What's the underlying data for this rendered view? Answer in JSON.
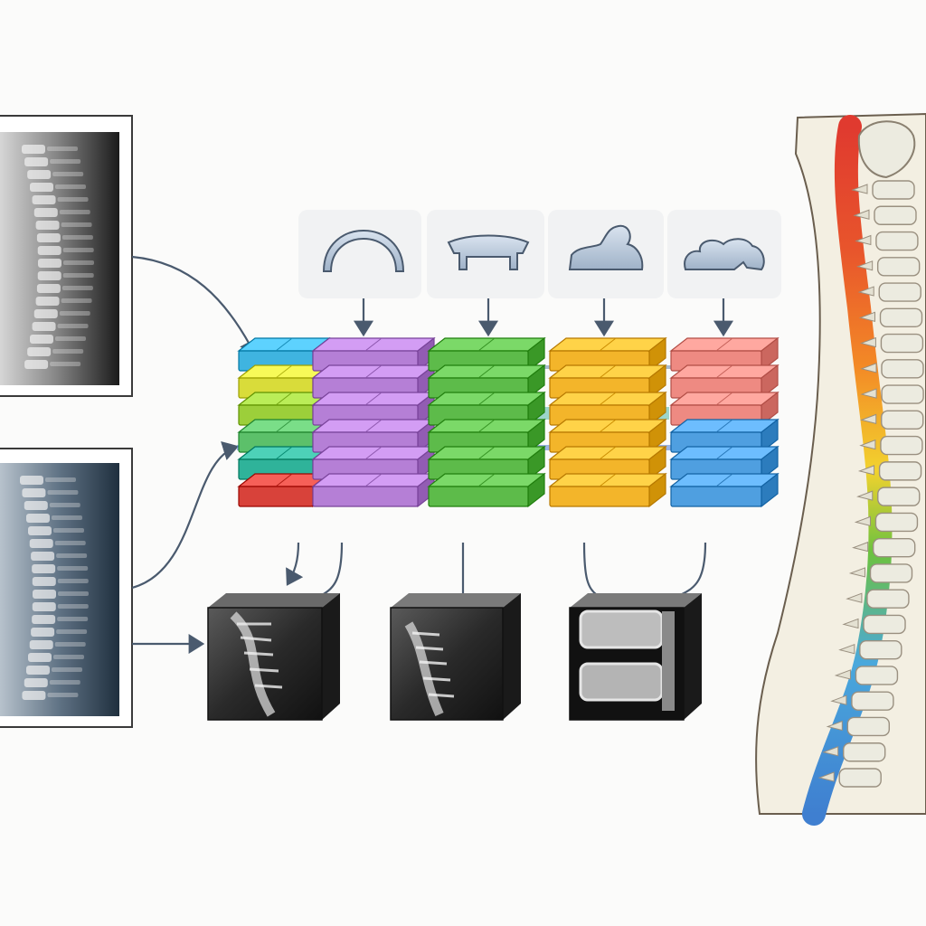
{
  "icons": [
    {
      "name": "arch-icon"
    },
    {
      "name": "vertebral-body-icon"
    },
    {
      "name": "cervical-vertebra-icon"
    },
    {
      "name": "lumbar-vertebra-icon"
    }
  ],
  "columns": [
    {
      "name": "feature-stack-1",
      "colors": [
        "#3fb4e0",
        "#d9dc3a",
        "#9ccf3a",
        "#5cc06a",
        "#2fb39a",
        "#d8423a"
      ]
    },
    {
      "name": "feature-stack-2",
      "colors": [
        "#b57fd6",
        "#b57fd6",
        "#b57fd6",
        "#b57fd6",
        "#b57fd6",
        "#b57fd6"
      ]
    },
    {
      "name": "feature-stack-3",
      "colors": [
        "#5dbb4a",
        "#5dbb4a",
        "#5dbb4a",
        "#5dbb4a",
        "#5dbb4a",
        "#5dbb4a"
      ]
    },
    {
      "name": "feature-stack-4",
      "colors": [
        "#f3b52a",
        "#f3b52a",
        "#f3b52a",
        "#f3b52a",
        "#f3b52a",
        "#f3b52a"
      ]
    },
    {
      "name": "feature-stack-5",
      "colors": [
        "#ee8a82",
        "#ee8a82",
        "#ee8a82",
        "#4f9fe0",
        "#4f9fe0",
        "#4f9fe0"
      ]
    }
  ],
  "colors": {
    "arrow": "#4a5a6e",
    "panel_bg": "#f1f2f3",
    "spine_gradient": [
      "#e03a2f",
      "#f38a26",
      "#f2d22e",
      "#6cc23f",
      "#4aa8dc",
      "#3f7fd0"
    ],
    "bone": "#ecebe0",
    "skin": "#f3efe2"
  }
}
